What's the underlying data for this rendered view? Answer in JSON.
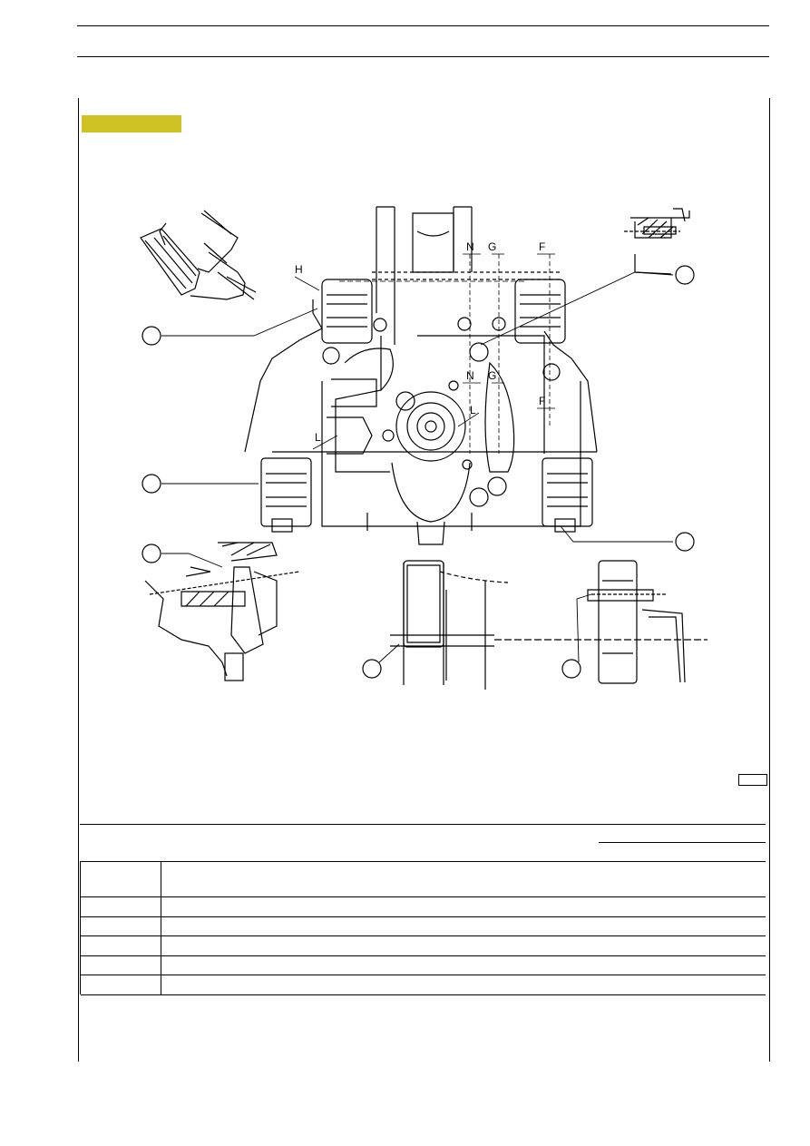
{
  "figure": {
    "dimension_labels": [
      "H",
      "N",
      "G",
      "F",
      "N",
      "G",
      "F",
      "L",
      "L"
    ],
    "callouts": [
      "",
      "",
      "",
      "",
      "",
      "",
      ""
    ]
  },
  "table": {
    "rows": [
      {
        "code": "",
        "description": ""
      },
      {
        "code": "",
        "description": ""
      },
      {
        "code": "",
        "description": ""
      },
      {
        "code": "",
        "description": ""
      },
      {
        "code": "",
        "description": ""
      },
      {
        "code": "",
        "description": ""
      }
    ]
  },
  "colors": {
    "highlight_tag": "#cfc224"
  }
}
